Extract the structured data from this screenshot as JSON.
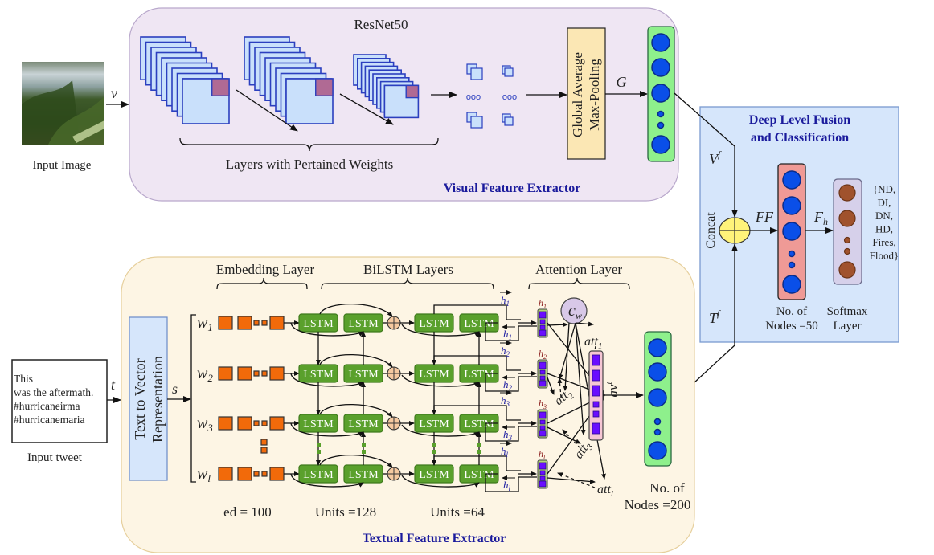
{
  "input_image": {
    "label": "Input  Image",
    "arrow_label": "v"
  },
  "visual": {
    "title": "Visual Feature Extractor",
    "model_name": "ResNet50",
    "layers_caption": "Layers with Pertained Weights",
    "ellipsis": "ooo",
    "pooling_label_1": "Global Average",
    "pooling_label_2": "Max-Pooling",
    "pool_output_label": "G"
  },
  "fusion": {
    "title_1": "Deep Level Fusion",
    "title_2": "and Classification",
    "visual_input": "V",
    "visual_sup": "f",
    "text_input": "T",
    "text_sup": "f",
    "concat_label": "Concat",
    "ff_label": "FF",
    "fh_label": "F",
    "fh_sub": "h",
    "dense_caption_1": "No. of",
    "dense_caption_2": "Nodes =50",
    "softmax_caption_1": "Softmax",
    "softmax_caption_2": "Layer",
    "classes": [
      "{ND,",
      "DI,",
      "DN,",
      "HD,",
      "Fires,",
      "Flood}"
    ]
  },
  "tweet": {
    "lines": [
      "This",
      "was  the  aftermath.",
      "#hurricaneirma",
      "#hurricanemaria"
    ],
    "label": "Input tweet",
    "arrow_label": "t"
  },
  "textual": {
    "title": "Textual Feature Extractor",
    "vectorizer_1": "Text to Vector",
    "vectorizer_2": "Representation",
    "seq_label": "s",
    "embedding_title": "Embedding Layer",
    "bilstm_title": "BiLSTM Layers",
    "attention_title": "Attention Layer",
    "words": [
      {
        "base": "w",
        "sub": "1"
      },
      {
        "base": "w",
        "sub": "2"
      },
      {
        "base": "w",
        "sub": "3"
      },
      {
        "base": "w",
        "sub": "l"
      }
    ],
    "lstm_label": "LSTM",
    "ed_caption": "ed = 100",
    "units_1": "Units =128",
    "units_2": "Units =64",
    "hidden": [
      {
        "sub": "1"
      },
      {
        "sub": "2"
      },
      {
        "sub": "3"
      },
      {
        "sub": "l"
      }
    ],
    "h_base": "h",
    "context": "c",
    "context_sub": "w",
    "att": [
      {
        "base": "att",
        "sub": "1"
      },
      {
        "base": "att",
        "sub": "2"
      },
      {
        "base": "att",
        "sub": "3"
      },
      {
        "base": "att",
        "sub": "l"
      }
    ],
    "attention_vector": "av",
    "attention_sup": "t",
    "dense_caption_1": "No. of",
    "dense_caption_2": "Nodes =200"
  },
  "colors": {
    "visual_bg": "#efe6f3",
    "textual_bg": "#fdf5e4",
    "fusion_bg": "#d6e6fb",
    "title_blue": "#1a1a9c",
    "lstm_green": "#5aa02c",
    "embedding_orange": "#f26a0a",
    "node_blue": "#0a4fe8",
    "dense_green": "#8ef08c",
    "dense_red": "#ef9a96",
    "softmax_lavender": "#d6d0ea",
    "concat_yellow": "#fff37a",
    "pool_yellow": "#fbe7b4"
  }
}
